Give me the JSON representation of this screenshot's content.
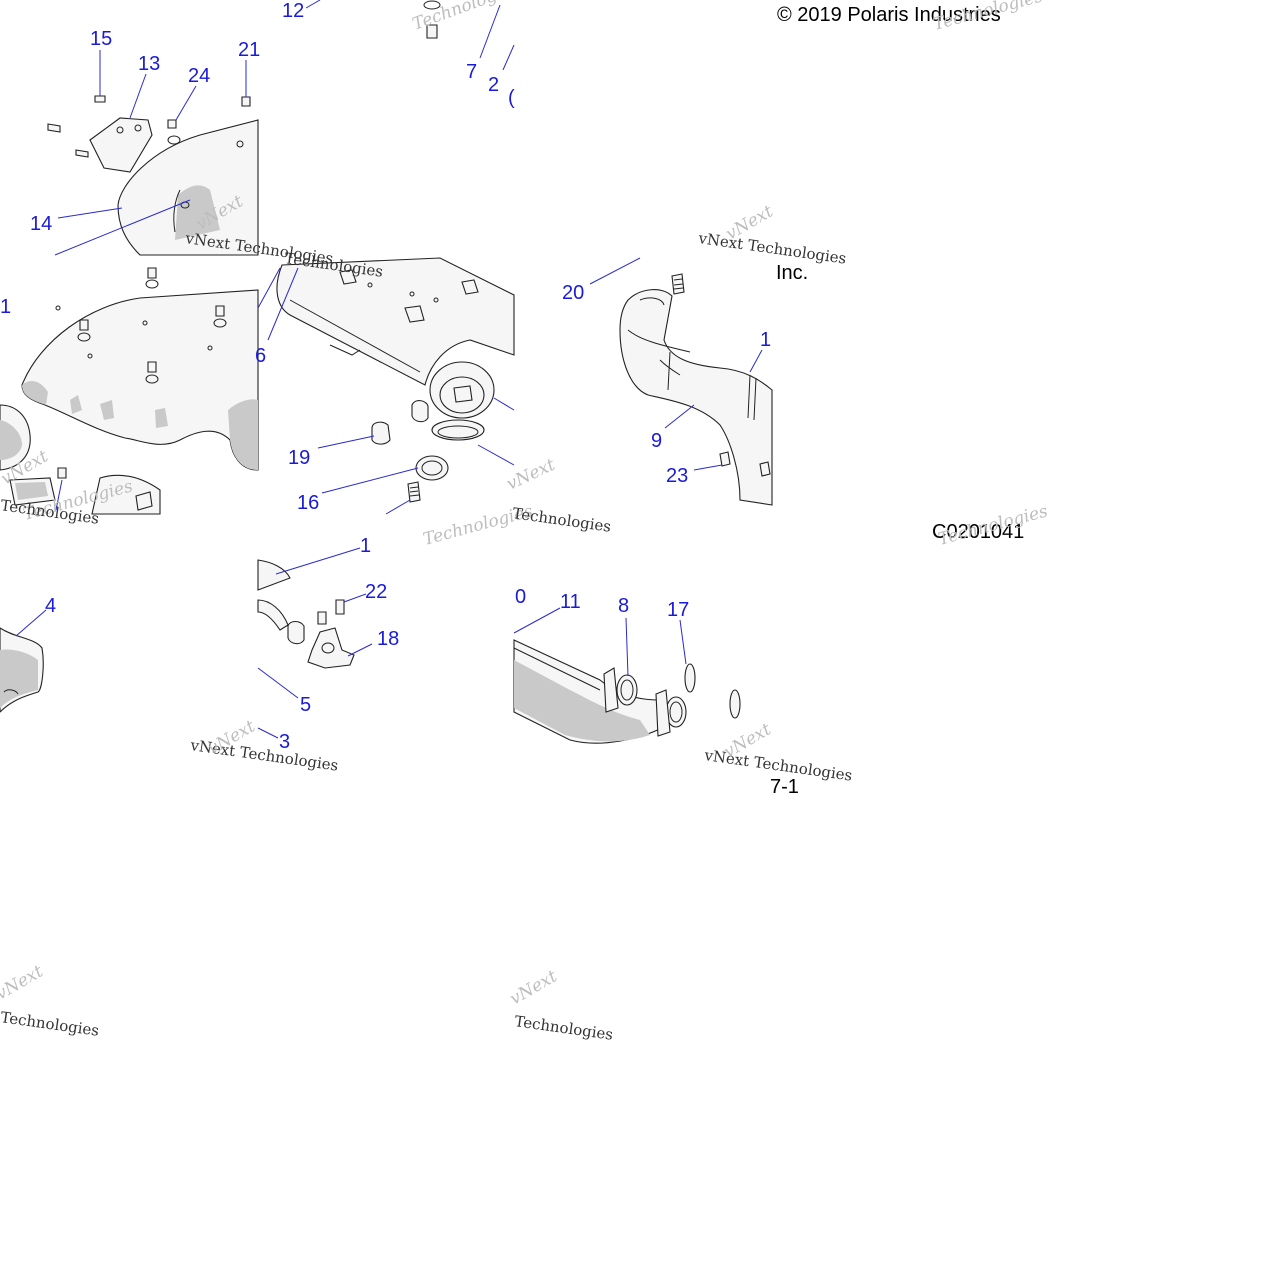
{
  "copyright": "© 2019 Polaris Industries",
  "inc_text": "Inc.",
  "diagram_code": "C0201041",
  "page_number": "7-1",
  "watermark": {
    "brand": "vNext Technologies",
    "word1": "vNext",
    "word2": "Technologies"
  },
  "callouts": {
    "c15": "15",
    "c13": "13",
    "c24": "24",
    "c21": "21",
    "c14": "14",
    "c12": "12",
    "c7": "7",
    "c2": "2",
    "c1a": "1",
    "c6": "6",
    "c19": "19",
    "c16": "16",
    "c20": "20",
    "c1b": "1",
    "c9": "9",
    "c23": "23",
    "c4": "4",
    "c1c": "1",
    "c22": "22",
    "c18": "18",
    "c5": "5",
    "c3": "3",
    "c0": "0",
    "c11": "11",
    "c8": "8",
    "c17": "17"
  },
  "colors": {
    "callout": "#1a1adb",
    "line": "#2a2ad0",
    "shade": "#c9c9c9"
  }
}
